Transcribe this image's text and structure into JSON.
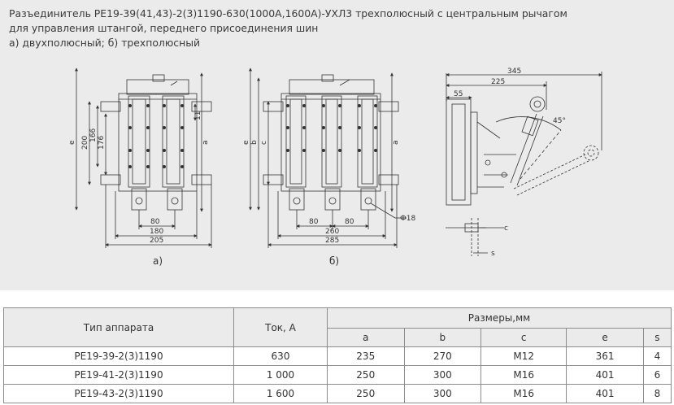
{
  "caption": {
    "line1": "Разъединитель РЕ19-39(41,43)-2(3)1190-630(1000А,1600А)-УХЛ3 трехполюсный с центральным рычагом",
    "line2": "для управления штангой, переднего присоединения шин",
    "line3": "а) двухполюсный;  б) трехполюсный"
  },
  "drawing": {
    "view_a": {
      "label": "а)",
      "dims": {
        "w80": "80",
        "w180": "180",
        "w205": "205",
        "e": "e",
        "d200": "200",
        "d166": "166",
        "d176": "176",
        "d11": "11",
        "a": "a"
      }
    },
    "view_b": {
      "label": "б)",
      "dims": {
        "w80l": "80",
        "w80r": "80",
        "w260": "260",
        "w285": "285",
        "e": "e",
        "b": "b",
        "c": "c",
        "a": "a",
        "phi": "Ф18"
      }
    },
    "side": {
      "dims": {
        "d345": "345",
        "d225": "225",
        "d55": "55",
        "angle": "45°",
        "c": "c",
        "s": "s"
      }
    }
  },
  "table": {
    "headers": {
      "type": "Тип аппарата",
      "current": "Ток, А",
      "dims": "Размеры,мм",
      "sub": [
        "a",
        "b",
        "c",
        "e",
        "s"
      ]
    },
    "rows": [
      [
        "РЕ19-39-2(3)1190",
        "630",
        "235",
        "270",
        "М12",
        "361",
        "4"
      ],
      [
        "РЕ19-41-2(3)1190",
        "1 000",
        "250",
        "300",
        "М16",
        "401",
        "6"
      ],
      [
        "РЕ19-43-2(3)1190",
        "1 600",
        "250",
        "300",
        "М16",
        "401",
        "8"
      ]
    ]
  }
}
